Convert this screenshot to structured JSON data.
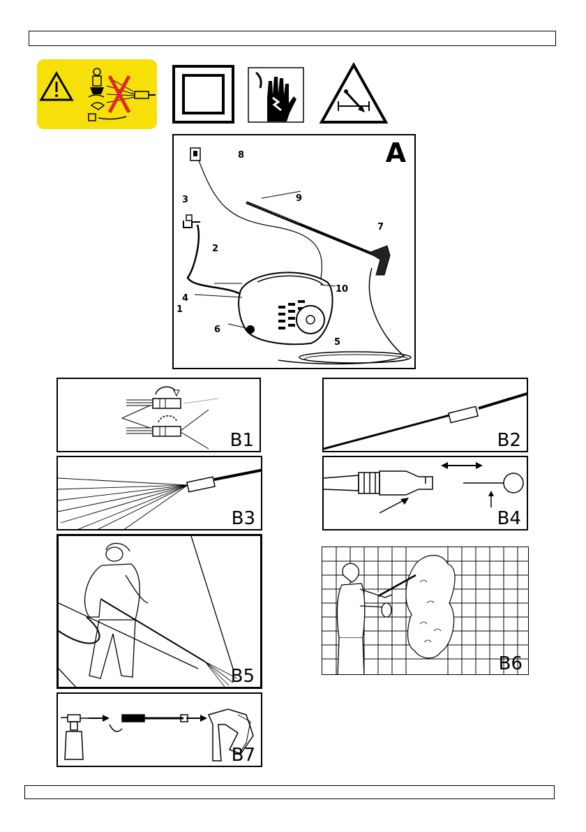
{
  "figures": {
    "main": {
      "label": "A",
      "parts": [
        "1",
        "2",
        "3",
        "4",
        "5",
        "6",
        "7",
        "8",
        "9",
        "10"
      ]
    },
    "panels": [
      "B1",
      "B2",
      "B3",
      "B4",
      "B5",
      "B6",
      "B7"
    ]
  },
  "colors": {
    "warning_yellow": "#f7e00a",
    "line": "#000000",
    "prohibit_red": "#e3262b"
  },
  "icons": [
    "warning-sign-icon",
    "double-insulation-icon",
    "electric-shock-hand-icon",
    "stumble-hazard-icon"
  ]
}
